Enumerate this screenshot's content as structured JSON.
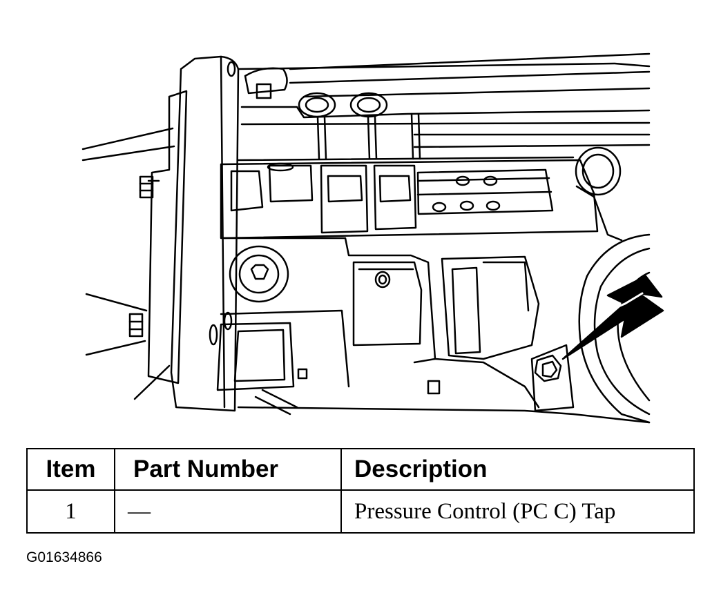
{
  "table": {
    "headers": [
      "Item",
      "Part Number",
      "Description"
    ],
    "rows": [
      {
        "item": "1",
        "part_number": "—",
        "description": "Pressure Control (PC C) Tap"
      }
    ]
  },
  "figure_id": "G01634866"
}
